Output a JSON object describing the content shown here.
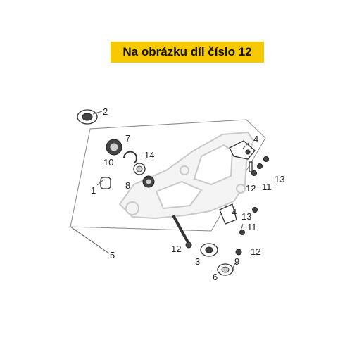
{
  "banner": {
    "text": "Na obrázku díl číslo 12",
    "color": "#f7c900"
  },
  "labels": {
    "l1": "1",
    "l2": "2",
    "l3": "3",
    "l4a": "4",
    "l4b": "4",
    "l5": "5",
    "l6": "6",
    "l7": "7",
    "l8": "8",
    "l9": "9",
    "l10": "10",
    "l11a": "11",
    "l11b": "11",
    "l12a": "12",
    "l12b": "12",
    "l12c": "12",
    "l13a": "13",
    "l13b": "13",
    "l14": "14"
  }
}
